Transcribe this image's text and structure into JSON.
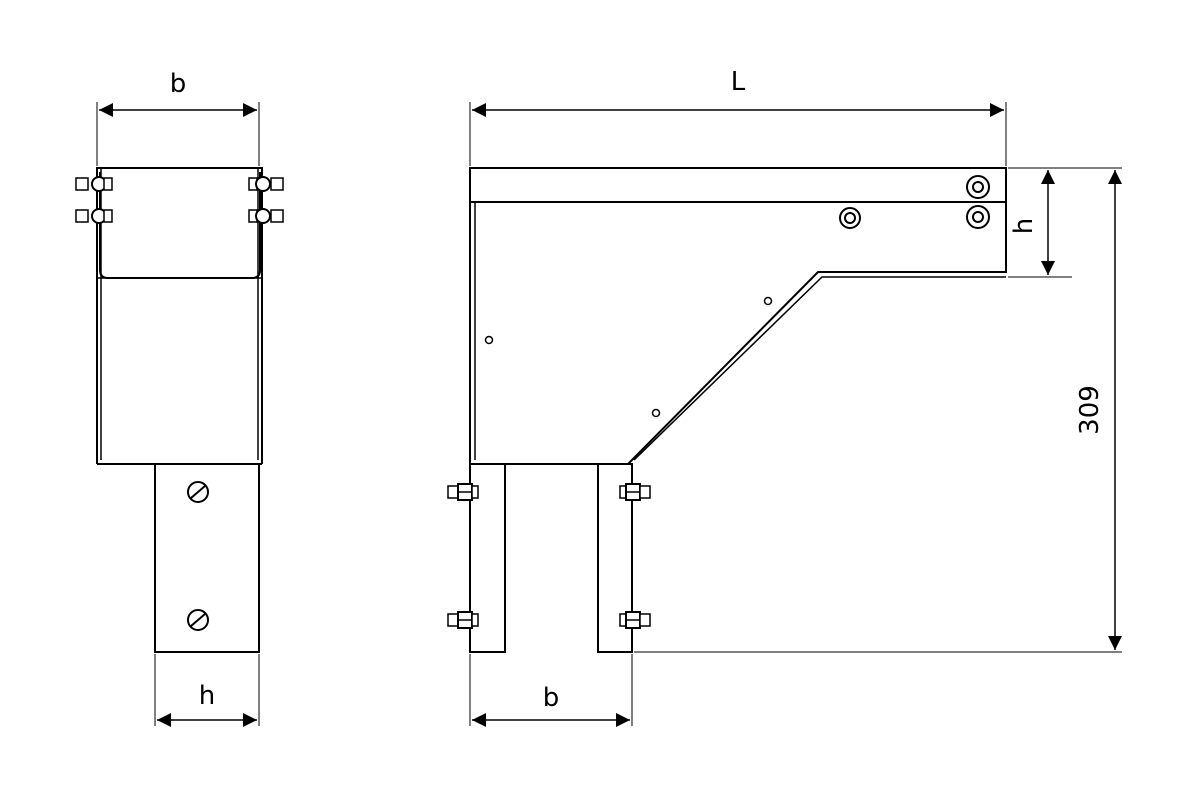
{
  "side_view": {
    "width_label": "b",
    "height_label": "h"
  },
  "front_view": {
    "length_label": "L",
    "height_label": "h",
    "overall_height_label": "309",
    "width_label": "b"
  },
  "colors": {
    "line": "#000000",
    "background": "#ffffff"
  }
}
